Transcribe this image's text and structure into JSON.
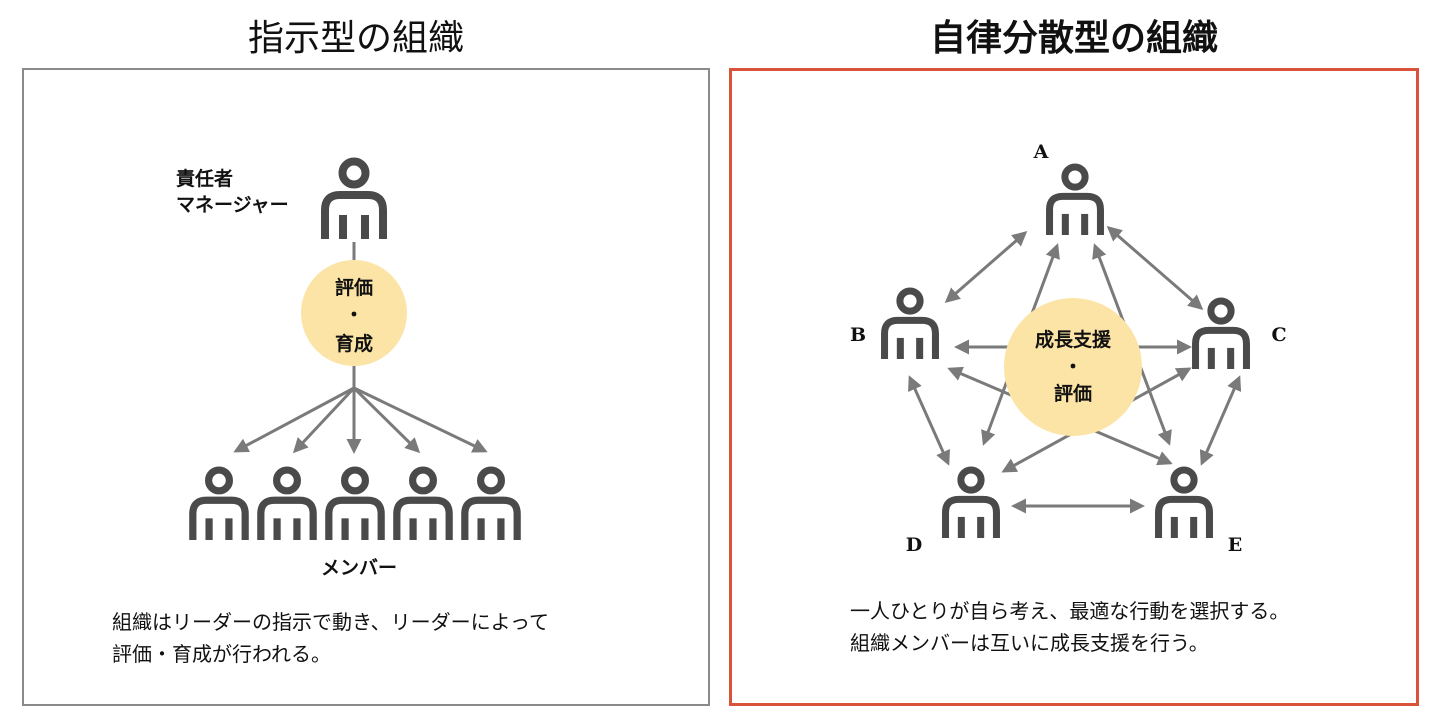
{
  "left": {
    "title": "指示型の組織",
    "manager_label": [
      "責任者",
      "マネージャー"
    ],
    "center_label": [
      "評価",
      "・",
      "育成"
    ],
    "members_label": "メンバー",
    "caption": [
      "組織はリーダーの指示で動き、リーダーによって",
      "評価・育成が行われる。"
    ]
  },
  "right": {
    "title": "自律分散型の組織",
    "node_labels": [
      "A",
      "B",
      "C",
      "D",
      "E"
    ],
    "center_label": [
      "成長支援",
      "・",
      "評価"
    ],
    "caption": [
      "一人ひとりが自ら考え、最適な行動を選択する。",
      "組織メンバーは互いに成長支援を行う。"
    ]
  },
  "colors": {
    "icon": "#4a4a4a",
    "arrow": "#7a7a7a",
    "circle": "#fbe4a6",
    "left_border": "#8a8a8a",
    "right_border": "#d9533a"
  },
  "icons": [
    "person-icon"
  ]
}
